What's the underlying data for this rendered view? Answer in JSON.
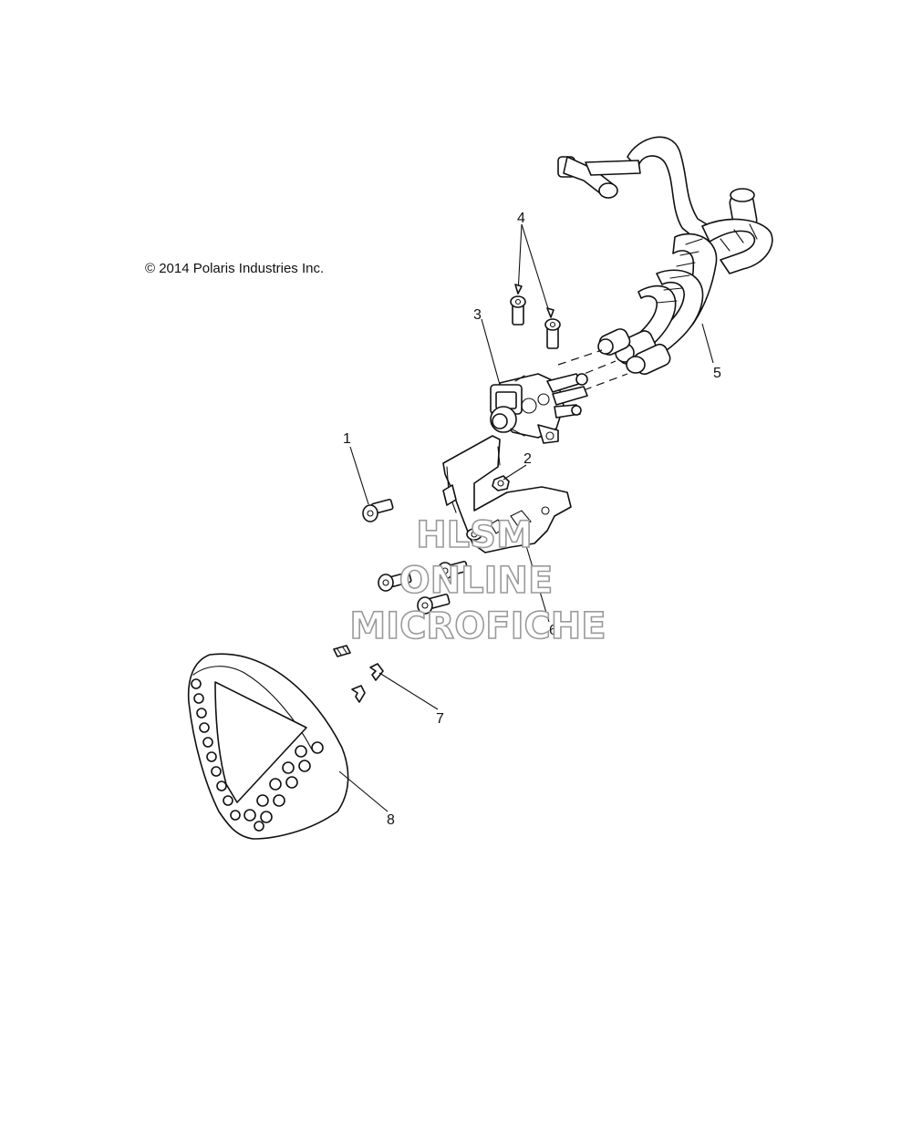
{
  "copyright": "© 2014 Polaris Industries Inc.",
  "watermark": {
    "line1": "HLSM",
    "line2": "ONLINE",
    "line3": "MICROFICHE"
  },
  "callouts": [
    "1",
    "2",
    "3",
    "4",
    "5",
    "6",
    "7",
    "8"
  ],
  "colors": {
    "line": "#111111",
    "watermark_outline": "#9a9a9a",
    "background": "#ffffff"
  }
}
